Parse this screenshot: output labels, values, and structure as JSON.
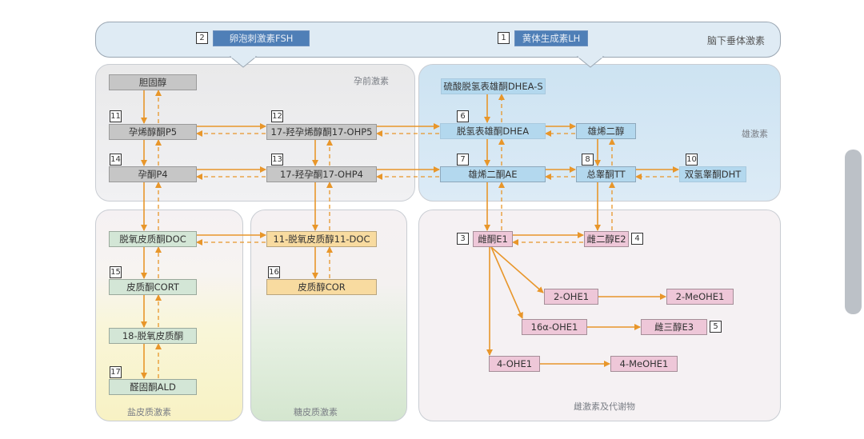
{
  "pituitary": {
    "label": "脑下垂体激素",
    "hormones": [
      {
        "num": "2",
        "label": "卵泡刺激素FSH"
      },
      {
        "num": "1",
        "label": "黄体生成素LH"
      }
    ]
  },
  "panels": {
    "progestogens": "孕前激素",
    "androgens": "雄激素",
    "mineralocorticoids": "盐皮质激素",
    "glucocorticoids": "糖皮质激素",
    "estrogens": "雌激素及代谢物"
  },
  "nodes": {
    "cholesterol": {
      "label": "胆固醇"
    },
    "p5": {
      "num": "11",
      "label": "孕烯醇酮P5"
    },
    "ohp5": {
      "num": "12",
      "label": "17-羟孕烯醇酮17-OHP5"
    },
    "p4": {
      "num": "14",
      "label": "孕酮P4"
    },
    "ohp4": {
      "num": "13",
      "label": "17-羟孕酮17-OHP4"
    },
    "dheas": {
      "label": "硫酸脱氢表雄酮DHEA-S"
    },
    "dhea": {
      "num": "6",
      "label": "脱氢表雄酮DHEA"
    },
    "androstenediol": {
      "label": "雄烯二醇"
    },
    "ae": {
      "num": "7",
      "label": "雄烯二酮AE"
    },
    "tt": {
      "num": "8",
      "label": "总睾酮TT"
    },
    "dht": {
      "num": "10",
      "label": "双氢睾酮DHT"
    },
    "doc": {
      "label": "脱氧皮质酮DOC"
    },
    "cort": {
      "num": "15",
      "label": "皮质酮CORT"
    },
    "deoxycort18": {
      "label": "18-脱氧皮质酮"
    },
    "ald": {
      "num": "17",
      "label": "醛固酮ALD"
    },
    "doc11": {
      "label": "11-脱氧皮质醇11-DOC"
    },
    "cor": {
      "num": "16",
      "label": "皮质醇COR"
    },
    "e1": {
      "num": "3",
      "label": "雌酮E1"
    },
    "e2": {
      "num": "4",
      "label": "雌二醇E2"
    },
    "ohe1_2": {
      "label": "2-OHE1"
    },
    "meohe1_2": {
      "label": "2-MeOHE1"
    },
    "ohe1_16a": {
      "label": "16α-OHE1"
    },
    "e3": {
      "num": "5",
      "label": "雌三醇E3"
    },
    "ohe1_4": {
      "label": "4-OHE1"
    },
    "meohe1_4": {
      "label": "4-MeOHE1"
    }
  },
  "colors": {
    "arrow": "#e8962a",
    "pituitary_box": "#4f7fb7"
  }
}
